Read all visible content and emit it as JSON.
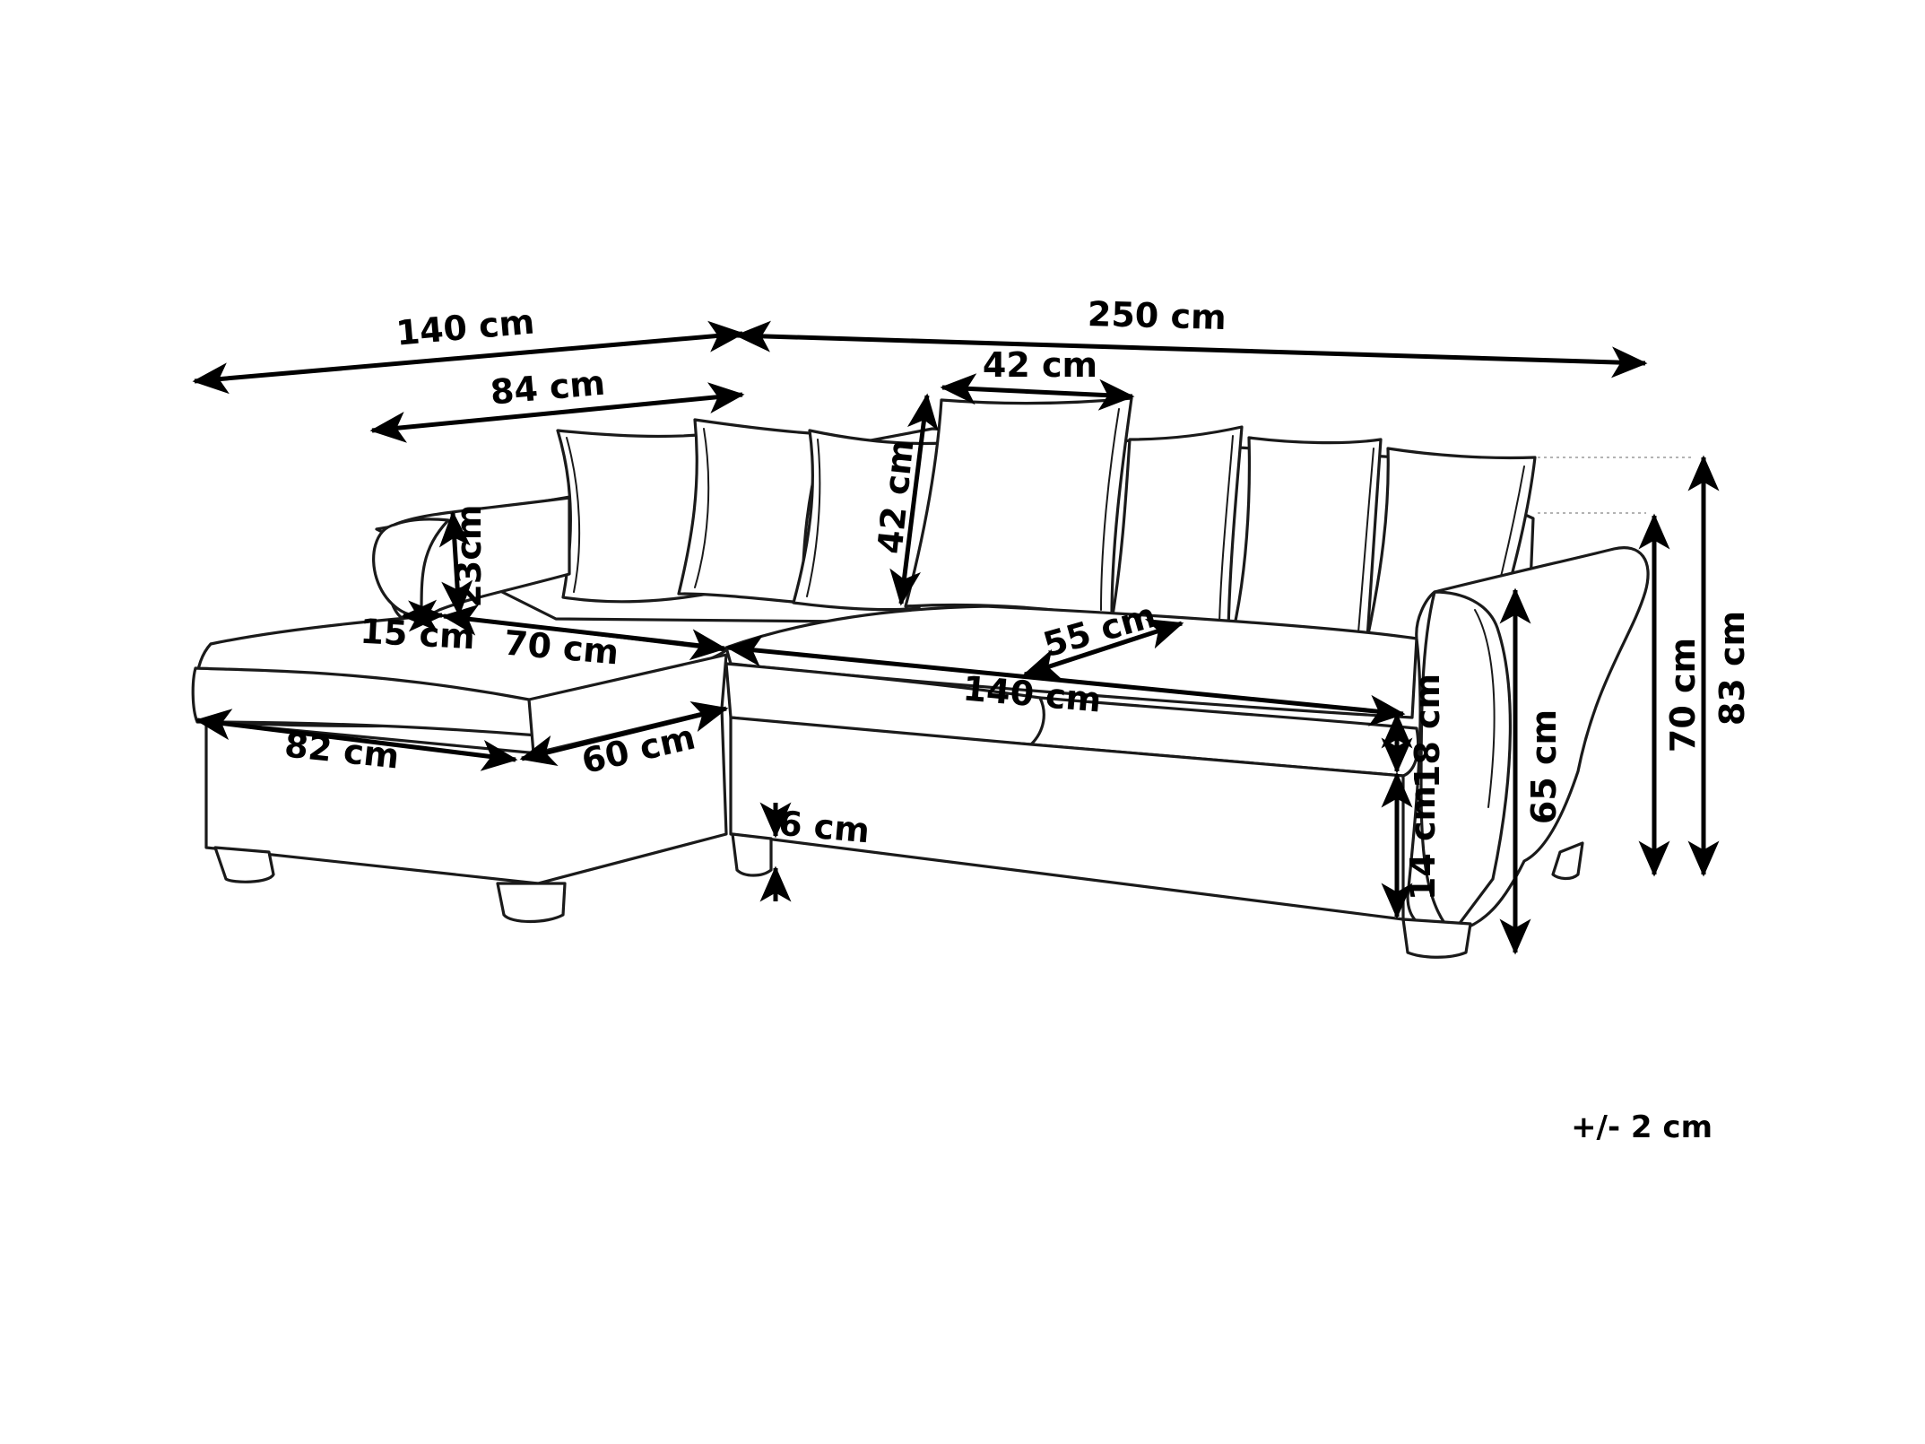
{
  "dimensions": {
    "chaise_total_length": "140 cm",
    "total_width": "250 cm",
    "chaise_seat_length": "84 cm",
    "cushion_width": "42 cm",
    "cushion_height": "42 cm",
    "armrest_height": "23cm",
    "armrest_width": "15 cm",
    "chaise_seat_width": "70 cm",
    "seat_depth": "55 cm",
    "seat_width": "140 cm",
    "chaise_front_width": "82 cm",
    "chaise_front_depth": "60 cm",
    "leg_height": "6 cm",
    "seat_cushion_thickness": "18 cm",
    "seat_base_height": "14 cm",
    "armrest_total_height": "65 cm",
    "backrest_height": "70 cm",
    "total_height": "83 cm"
  },
  "tolerance_note": "+/- 2 cm"
}
